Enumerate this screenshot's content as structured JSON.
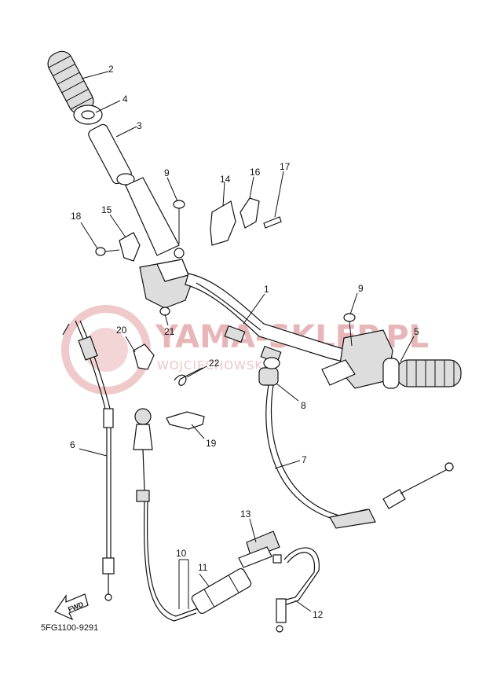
{
  "watermark": {
    "brand": "YAMA-SKLEP.PL",
    "tagline": "WOJCIECHOWSKI"
  },
  "diagram_code": "5FG1100-9291",
  "fwd_label": "FWD",
  "colors": {
    "watermark": "#e8b6b8",
    "line": "#111111"
  },
  "parts": [
    {
      "id": "p2",
      "number": "2"
    },
    {
      "id": "p4",
      "number": "4"
    },
    {
      "id": "p3",
      "number": "3"
    },
    {
      "id": "p9a",
      "number": "9"
    },
    {
      "id": "p14",
      "number": "14"
    },
    {
      "id": "p16",
      "number": "16"
    },
    {
      "id": "p17",
      "number": "17"
    },
    {
      "id": "p18",
      "number": "18"
    },
    {
      "id": "p15",
      "number": "15"
    },
    {
      "id": "p1",
      "number": "1"
    },
    {
      "id": "p9b",
      "number": "9"
    },
    {
      "id": "p5",
      "number": "5"
    },
    {
      "id": "p21",
      "number": "21"
    },
    {
      "id": "p20",
      "number": "20"
    },
    {
      "id": "p22",
      "number": "22"
    },
    {
      "id": "p8",
      "number": "8"
    },
    {
      "id": "p19",
      "number": "19"
    },
    {
      "id": "p6",
      "number": "6"
    },
    {
      "id": "p7",
      "number": "7"
    },
    {
      "id": "p13",
      "number": "13"
    },
    {
      "id": "p10",
      "number": "10"
    },
    {
      "id": "p11",
      "number": "11"
    },
    {
      "id": "p12",
      "number": "12"
    }
  ]
}
